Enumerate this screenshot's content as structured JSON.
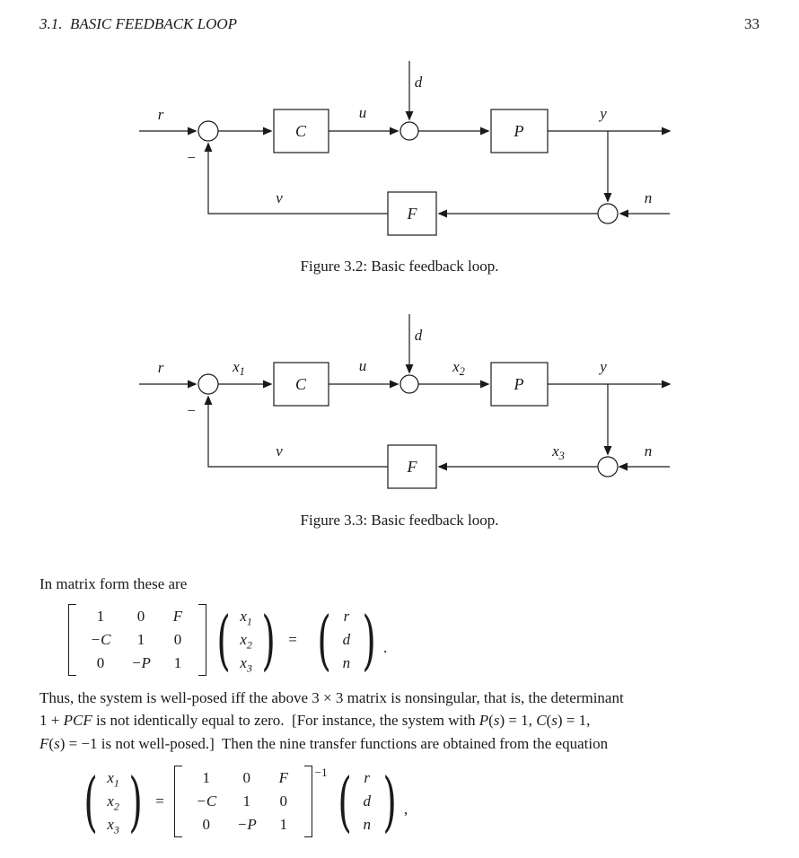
{
  "header": {
    "section": "3.1.  BASIC FEEDBACK LOOP",
    "page_number": "33"
  },
  "fig32": {
    "caption": "Figure 3.2: Basic feedback loop.",
    "signals": {
      "r": "r",
      "u": "u",
      "d": "d",
      "y": "y",
      "v": "v",
      "n": "n",
      "minus": "−"
    },
    "blocks": {
      "controller": "C",
      "plant": "P",
      "feedback": "F"
    }
  },
  "fig33": {
    "caption": "Figure 3.3: Basic feedback loop.",
    "signals": {
      "r": "r",
      "u": "u",
      "d": "d",
      "y": "y",
      "v": "v",
      "n": "n",
      "minus": "−",
      "x1": {
        "base": "x",
        "sub": "1"
      },
      "x2": {
        "base": "x",
        "sub": "2"
      },
      "x3": {
        "base": "x",
        "sub": "3"
      }
    },
    "blocks": {
      "controller": "C",
      "plant": "P",
      "feedback": "F"
    }
  },
  "body": {
    "intro": "In matrix form these are",
    "para": {
      "line1": [
        {
          "t": "Thus, the system is well-posed iff the above 3 × 3 matrix is nonsingular, that is, the determinant"
        }
      ],
      "line2": [
        {
          "t": "1 + "
        },
        {
          "t": "PCF",
          "i": true
        },
        {
          "t": " is not identically equal to zero.  [For instance, the system with "
        },
        {
          "t": "P",
          "i": true
        },
        {
          "t": "("
        },
        {
          "t": "s",
          "i": true
        },
        {
          "t": ") = 1, "
        },
        {
          "t": "C",
          "i": true
        },
        {
          "t": "("
        },
        {
          "t": "s",
          "i": true
        },
        {
          "t": ") = 1,"
        }
      ],
      "line3": [
        {
          "t": "F",
          "i": true
        },
        {
          "t": "("
        },
        {
          "t": "s",
          "i": true
        },
        {
          "t": ") = −1 is not well-posed.]  Then the nine transfer functions are obtained from the equation"
        }
      ]
    }
  },
  "eq1": {
    "matrix": [
      [
        "1",
        "0",
        "F"
      ],
      [
        "−C",
        "1",
        "0"
      ],
      [
        "0",
        "−P",
        "1"
      ]
    ],
    "xvec": [
      {
        "base": "x",
        "sub": "1"
      },
      {
        "base": "x",
        "sub": "2"
      },
      {
        "base": "x",
        "sub": "3"
      }
    ],
    "rvec": [
      "r",
      "d",
      "n"
    ],
    "equals": "=",
    "end_punct": "."
  },
  "eq2": {
    "matrix": [
      [
        "1",
        "0",
        "F"
      ],
      [
        "−C",
        "1",
        "0"
      ],
      [
        "0",
        "−P",
        "1"
      ]
    ],
    "xvec": [
      {
        "base": "x",
        "sub": "1"
      },
      {
        "base": "x",
        "sub": "2"
      },
      {
        "base": "x",
        "sub": "3"
      }
    ],
    "rvec": [
      "r",
      "d",
      "n"
    ],
    "equals": "=",
    "exponent": "−1",
    "end_punct": ","
  }
}
